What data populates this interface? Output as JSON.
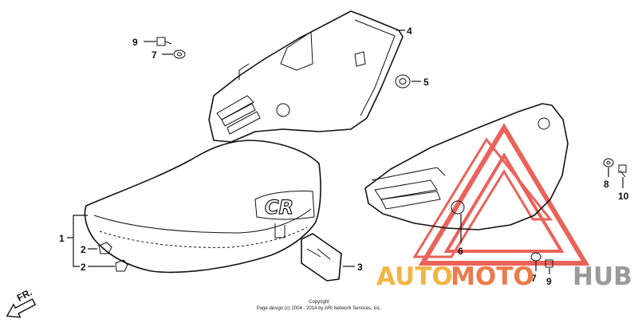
{
  "diagram": {
    "callouts": {
      "c1": "1",
      "c2a": "2",
      "c2b": "2",
      "c3": "3",
      "c4": "4",
      "c5": "5",
      "c6": "6",
      "c7a": "7",
      "c7b": "7",
      "c8": "8",
      "c9a": "9",
      "c9b": "9",
      "c10": "10"
    },
    "seat_emblem": "CR",
    "direction_marker": "FR.",
    "copyright": {
      "line1": "Copyright",
      "line2": "Page design (c) 2004 - 2014 by ARI Network Services, Inc."
    }
  },
  "watermark": {
    "part_auto": "AUTO",
    "part_moto": "MOTO",
    "part_hub": "HUB",
    "colors": {
      "auto": "#f2b544",
      "moto": "#ec7a4a",
      "hub": "#9a9a9a",
      "logo": "#e8473e"
    }
  }
}
